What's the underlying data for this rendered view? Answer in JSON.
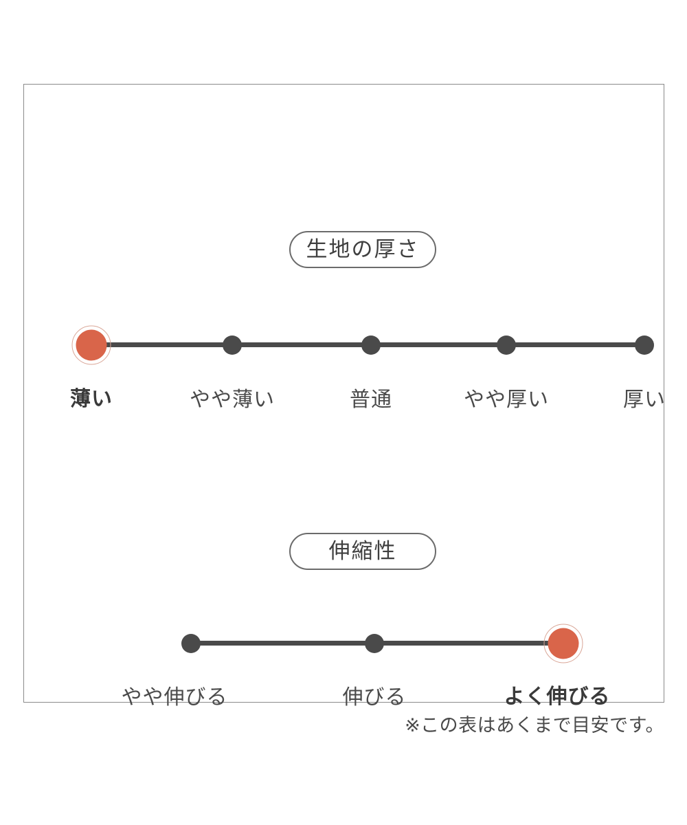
{
  "chart_data": {
    "type": "scatter",
    "title": "",
    "charts": [
      {
        "title": "生地の厚さ",
        "categories": [
          "薄い",
          "やや薄い",
          "普通",
          "やや厚い",
          "厚い"
        ],
        "values": [
          1,
          2,
          3,
          4,
          5
        ],
        "selected_index": 0,
        "selected_label": "薄い",
        "xlabel": "",
        "ylabel": "",
        "grid": false,
        "legend": "none"
      },
      {
        "title": "伸縮性",
        "categories": [
          "やや伸びる",
          "伸びる",
          "よく伸びる"
        ],
        "values": [
          1,
          2,
          3
        ],
        "selected_index": 2,
        "selected_label": "よく伸びる",
        "xlabel": "",
        "ylabel": "",
        "grid": false,
        "legend": "none"
      }
    ],
    "note": "※この表はあくまで目安です。",
    "colors": {
      "active_dot": "#d9654a",
      "active_ring": "#d9a596",
      "inactive_dot": "#4a4a4a",
      "track": "#4a4a4a",
      "frame_border": "#8a8a8a",
      "pill_border": "#6b6b6b",
      "text": "#4a4a4a",
      "background": "#ffffff"
    }
  },
  "panel": {
    "thickness": {
      "title": "生地の厚さ",
      "labels": [
        "薄い",
        "やや薄い",
        "普通",
        "やや厚い",
        "厚い"
      ]
    },
    "stretch": {
      "title": "伸縮性",
      "labels": [
        "やや伸びる",
        "伸びる",
        "よく伸びる"
      ]
    }
  },
  "footnote": "※この表はあくまで目安です。"
}
